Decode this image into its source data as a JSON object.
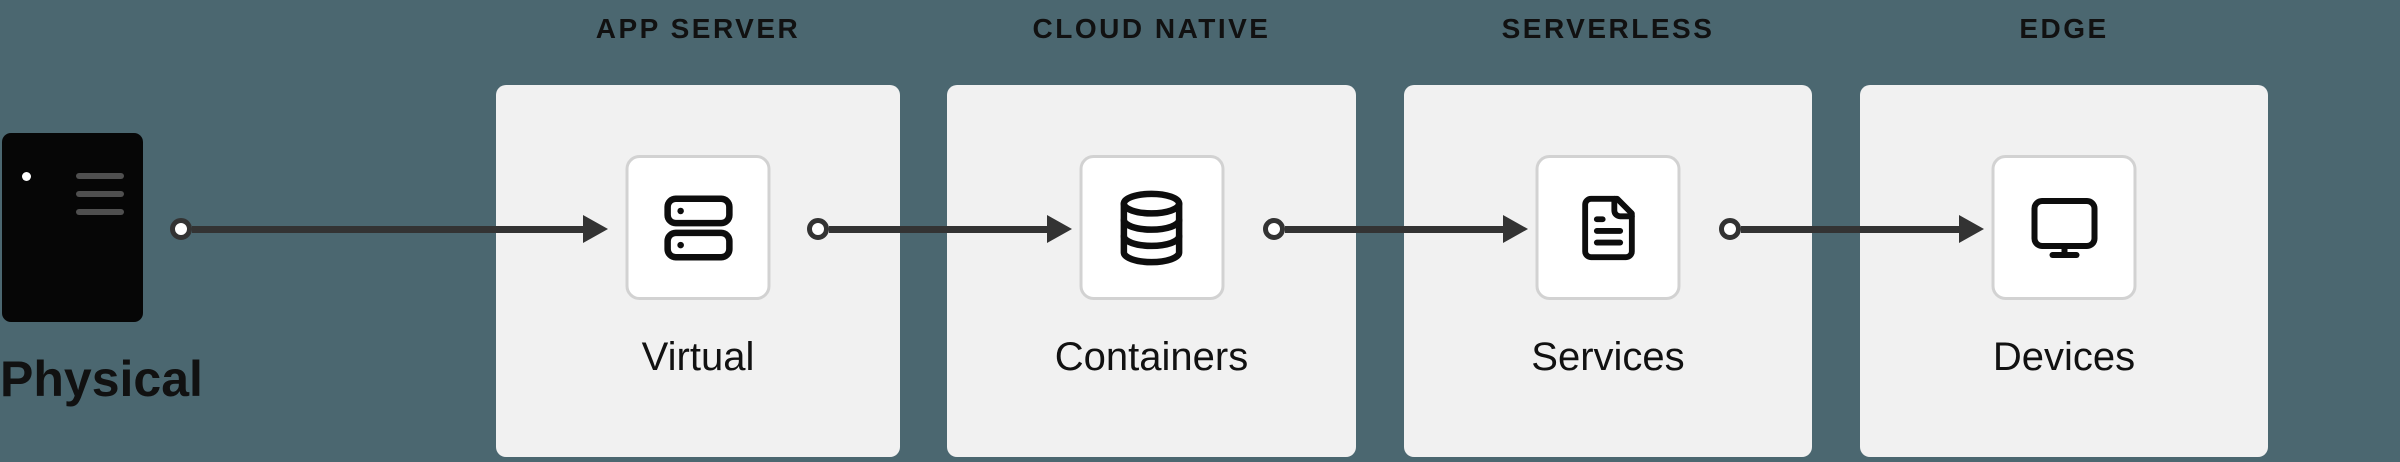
{
  "physical": {
    "label": "Physical",
    "icon": "server-tower-icon"
  },
  "stages": [
    {
      "header": "APP SERVER",
      "label": "Virtual",
      "icon": "server-stack-icon"
    },
    {
      "header": "CLOUD NATIVE",
      "label": "Containers",
      "icon": "database-icon"
    },
    {
      "header": "SERVERLESS",
      "label": "Services",
      "icon": "document-icon"
    },
    {
      "header": "EDGE",
      "label": "Devices",
      "icon": "monitor-icon"
    }
  ],
  "colors": {
    "background": "#4b6770",
    "card": "#f1f1f1",
    "icon_box": "#ffffff",
    "icon_box_border": "#d2d2d2",
    "connector": "#333333",
    "icon_stroke": "#0d0d0d",
    "text": "#111111"
  }
}
